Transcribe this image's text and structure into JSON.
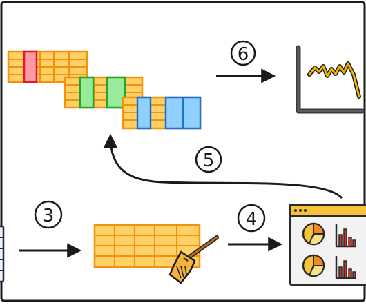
{
  "steps": [
    {
      "id": "step-3",
      "label": "3"
    },
    {
      "id": "step-4",
      "label": "4"
    },
    {
      "id": "step-5",
      "label": "5"
    },
    {
      "id": "step-6",
      "label": "6"
    }
  ],
  "colors": {
    "table_fill": "#ffd066",
    "table_line": "#f3920f",
    "red_fill": "#ff9aa5",
    "red_line": "#e8142a",
    "green_fill": "#9aea9c",
    "green_line": "#21a62e",
    "blue_fill": "#8fd0ff",
    "blue_line": "#1f6fd6",
    "ink": "#1a1a1a",
    "chart_line": "#f0b400",
    "dashboard_header": "#f6c23c",
    "dashboard_body": "#f2f2f2",
    "broom_head": "#f3b23a",
    "broom_handle": "#b96a1c"
  },
  "icons": [
    "table-stack-icon",
    "line-chart-icon",
    "spreadsheet-icon",
    "broom-icon",
    "dashboard-icon"
  ]
}
